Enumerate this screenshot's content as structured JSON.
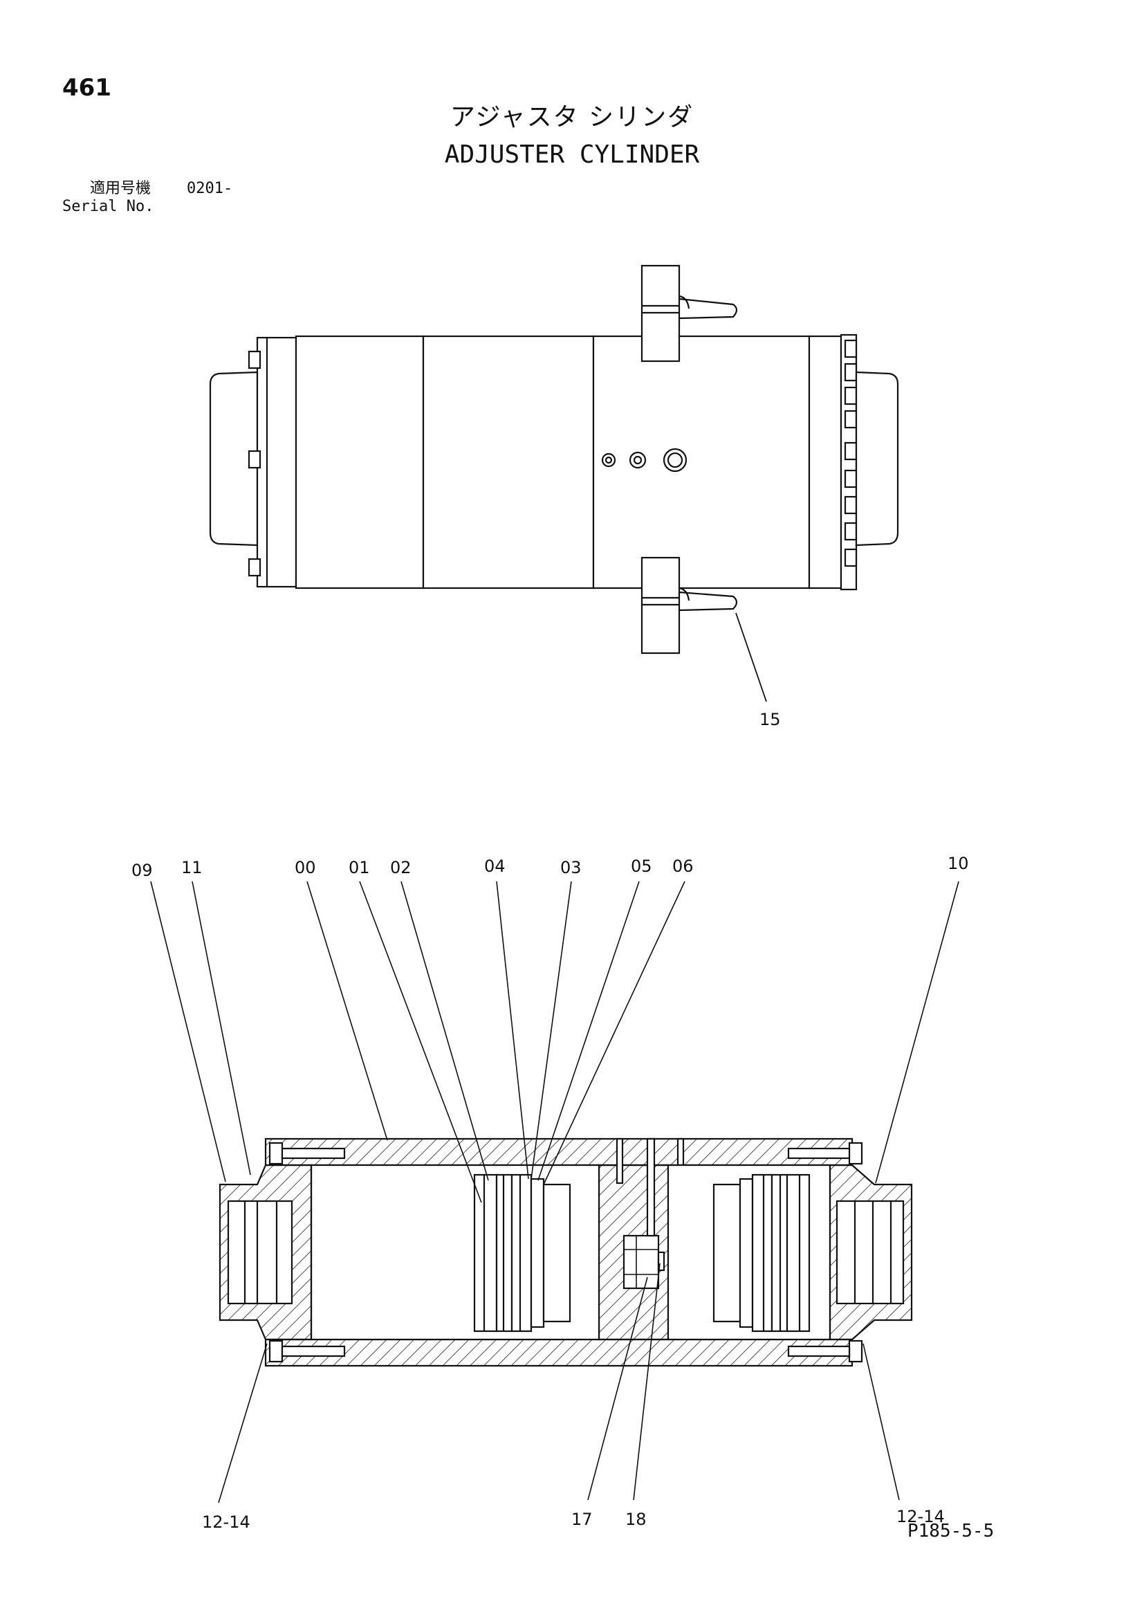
{
  "header": {
    "page_number": "461",
    "title_jp": "アジャスタ シリンダ",
    "title_en": "ADJUSTER CYLINDER",
    "serial_label_jp": "適用号機",
    "serial_value": "0201-",
    "serial_label_en": "Serial No."
  },
  "top_view": {
    "callouts": [
      "15"
    ]
  },
  "section_view": {
    "callouts_top": [
      "09",
      "11",
      "00",
      "01",
      "02",
      "04",
      "03",
      "05",
      "06",
      "10"
    ],
    "callouts_bottom": [
      "12-14",
      "17",
      "18",
      "12-14"
    ]
  },
  "footer": {
    "page_ref": "P185-5-5"
  }
}
